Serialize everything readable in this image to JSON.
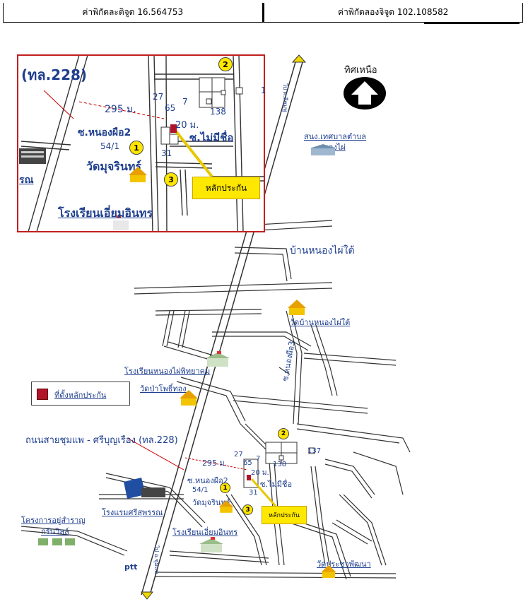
{
  "coordinates": {
    "latitude_label": "ค่าพิกัดละติจูด 16.564753",
    "longitude_label": "ค่าพิกัดลองจิจูด 102.108582"
  },
  "north": {
    "label": "ทิศเหนือ",
    "icon": "north-arrow-icon"
  },
  "legend": {
    "label": "ที่ตั้งหลักประกัน",
    "color": "#b0132a"
  },
  "inset": {
    "road_label": "(ทล.228)",
    "distance_label": "295 ม.",
    "distance_small_label": "20 ม.",
    "soi_nongphue": "ซ.หนองผือ2",
    "soi_maimichue": "ซ.ไม่มีชื่อ",
    "temple": "วัดมุจรินทร์",
    "school": "โรงเรียนเอี่ยมอินทร",
    "partial_label": "รณ",
    "callout": "หลักประกัน",
    "plots": [
      "27",
      "65",
      "7",
      "138",
      "54/1",
      "31"
    ],
    "markers": [
      "1",
      "2",
      "3"
    ],
    "plot_partial": "1"
  },
  "main_map": {
    "office": "สนง.เทศบาลตำบล",
    "office_line2": "หนองไผ่",
    "village": "บ้านหนองไผ่ใต้",
    "temple_nongphai": "วัดบ้านหนองไผ่ใต้",
    "school_nongphai": "โรงเรียนหนองไผ่พิทยาคม",
    "temple_papho": "วัดป่าโพธิ์ทอง",
    "highway": "ถนนสายชุมแพ - ศรีบุญเรือง (ทล.228)",
    "soi_nongphue3": "ซ.หนองผือ3",
    "distance_label": "295 ม.",
    "distance_small_label": "20 ม.",
    "soi_nongphue": "ซ.หนองผือ2",
    "soi_maimichue": "ซ.ไม่มีชื่อ",
    "temple_muj": "วัดมุจรินทร์",
    "school": "โรงเรียนเอี่ยมอินทร",
    "hotel": "โรงแรมศรีสุพรรณ",
    "housing": "โครงการอยู่สำราญ",
    "housing_line2": "กรีนวิลล์",
    "temple_pracha": "วัดประชาพัฒนา",
    "callout": "หลักประกัน",
    "road_north": "ไป ต.สีชมพู",
    "road_south": "ไป อ.ชุมแพ",
    "plots": [
      "27",
      "65",
      "7",
      "138",
      "137",
      "54/1",
      "31"
    ],
    "markers": [
      "1",
      "2",
      "3"
    ],
    "ptt": "ptt"
  }
}
